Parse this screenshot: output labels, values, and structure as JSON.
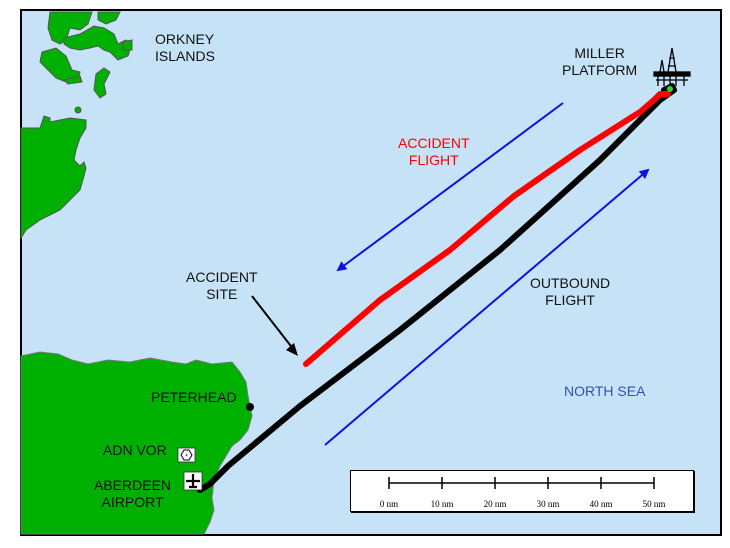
{
  "labels": {
    "orkney": [
      "ORKNEY",
      "ISLANDS"
    ],
    "miller": [
      "MILLER",
      "PLATFORM"
    ],
    "accident_flight": [
      "ACCIDENT",
      "FLIGHT"
    ],
    "outbound_flight": [
      "OUTBOUND",
      "FLIGHT"
    ],
    "accident_site": [
      "ACCIDENT",
      "SITE"
    ],
    "north_sea": "NORTH SEA",
    "peterhead": "PETERHEAD",
    "adn_vor": "ADN VOR",
    "aberdeen": [
      "ABERDEEN",
      "AIRPORT"
    ]
  },
  "scale": {
    "ticks": [
      "0 nm",
      "10 nm",
      "20 nm",
      "30 nm",
      "40 nm",
      "50 nm"
    ]
  },
  "colors": {
    "sea": "#c5e2f7",
    "land": "#00b000",
    "accident_track": "#ff0000",
    "outbound_track": "#000000",
    "arrows": "#1010e0",
    "north_sea_text": "#3050c0"
  }
}
